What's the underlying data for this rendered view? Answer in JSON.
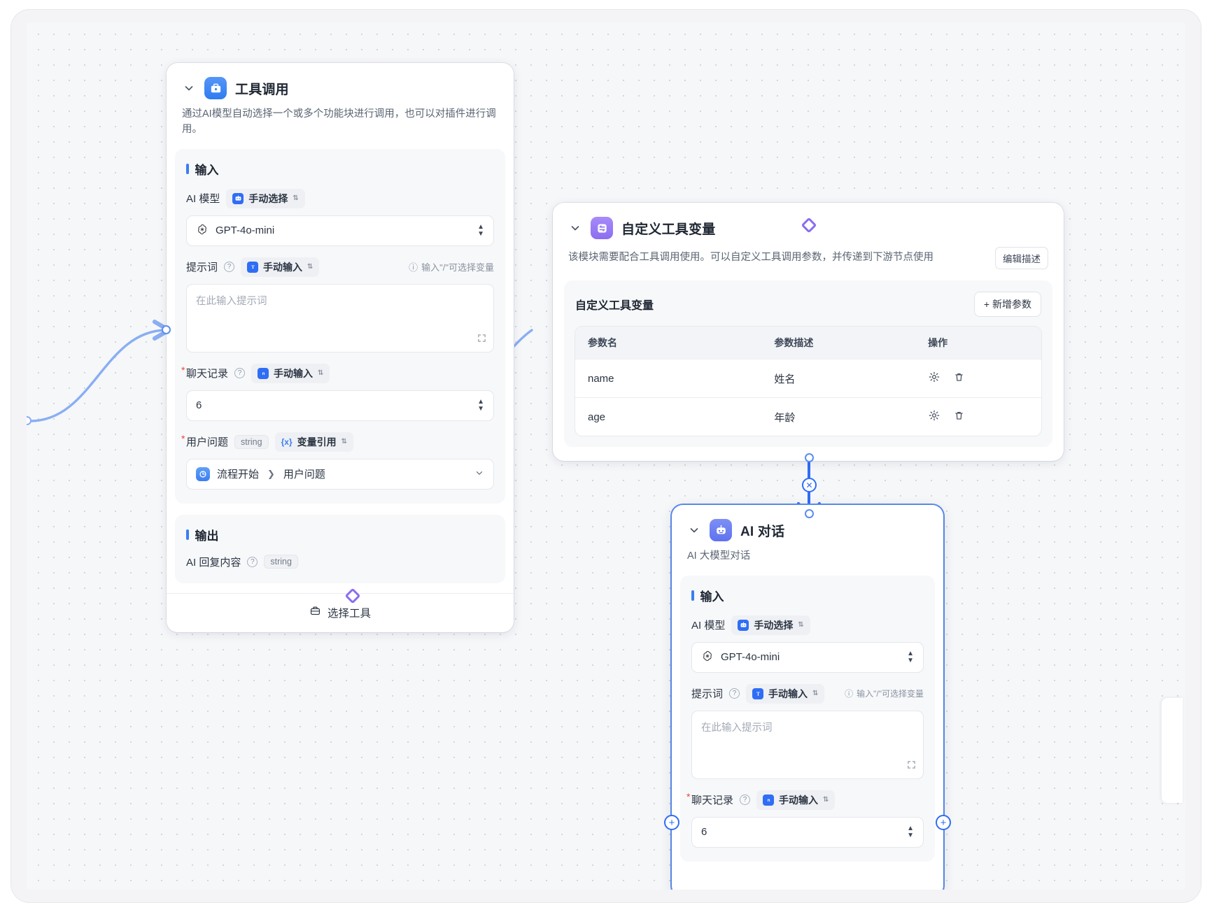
{
  "canvas": {
    "name": "workflow-canvas"
  },
  "nodes": {
    "tool_call": {
      "title": "工具调用",
      "description": "通过AI模型自动选择一个或多个功能块进行调用，也可以对插件进行调用。",
      "input_section": "输入",
      "output_section": "输出",
      "fields": {
        "model_label": "AI 模型",
        "model_mode": "手动选择",
        "model_value": "GPT-4o-mini",
        "prompt_label": "提示词",
        "prompt_mode": "手动输入",
        "prompt_hint": "输入\"/\"可选择变量",
        "prompt_placeholder": "在此输入提示词",
        "history_label": "聊天记录",
        "history_mode": "手动输入",
        "history_value": "6",
        "question_label": "用户问题",
        "question_type": "string",
        "question_mode": "变量引用",
        "question_ref_node": "流程开始",
        "question_ref_field": "用户问题"
      },
      "output": {
        "label": "AI 回复内容",
        "type": "string"
      },
      "footer_button": "选择工具"
    },
    "tool_vars": {
      "title": "自定义工具变量",
      "description": "该模块需要配合工具调用使用。可以自定义工具调用参数，并传递到下游节点使用",
      "edit_desc_button": "编辑描述",
      "table_title": "自定义工具变量",
      "add_button": "+ 新增参数",
      "columns": [
        "参数名",
        "参数描述",
        "操作"
      ],
      "rows": [
        {
          "name": "name",
          "desc": "姓名"
        },
        {
          "name": "age",
          "desc": "年龄"
        }
      ]
    },
    "ai_chat": {
      "title": "AI 对话",
      "description": "AI 大模型对话",
      "input_section": "输入",
      "fields": {
        "model_label": "AI 模型",
        "model_mode": "手动选择",
        "model_value": "GPT-4o-mini",
        "prompt_label": "提示词",
        "prompt_mode": "手动输入",
        "prompt_hint": "输入\"/\"可选择变量",
        "prompt_placeholder": "在此输入提示词",
        "history_label": "聊天记录",
        "history_mode": "手动输入",
        "history_value": "6"
      }
    }
  },
  "colors": {
    "accent_blue": "#2f6df5",
    "edge_blue": "#89aef3",
    "accent_purple": "#8b6df0",
    "canvas_bg": "#f6f7f9"
  }
}
